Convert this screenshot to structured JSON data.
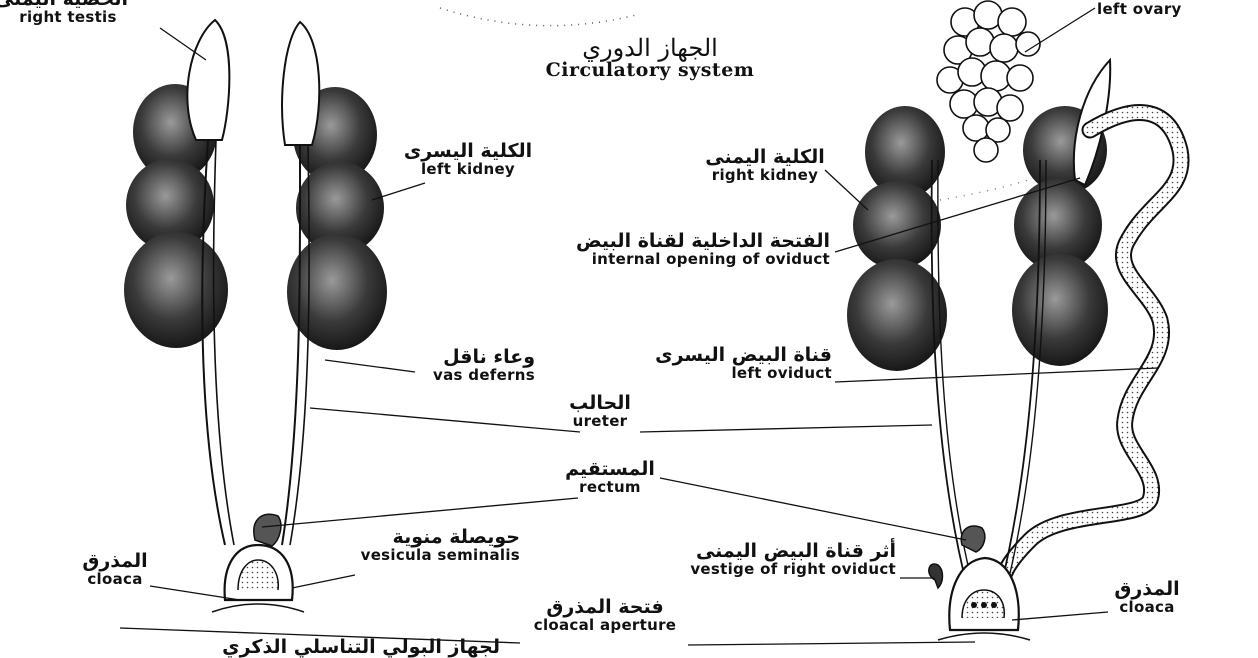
{
  "title": {
    "arabic": "الجهاز الدوري",
    "english": "Circulatory system"
  },
  "labels": {
    "right_testis": {
      "arabic": "الخصية اليمنى",
      "english": "right testis"
    },
    "left_ovary": {
      "english": "left ovary"
    },
    "left_kidney": {
      "arabic": "الكلية اليسرى",
      "english": "left kidney"
    },
    "right_kidney": {
      "arabic": "الكلية اليمنى",
      "english": "right kidney"
    },
    "internal_opening": {
      "arabic": "الفتحة الداخلية لقناة البيض",
      "english": "internal opening of oviduct"
    },
    "vas_deferens": {
      "arabic": "وعاء ناقل",
      "english": "vas deferns"
    },
    "left_oviduct": {
      "arabic": "قناة البيض اليسرى",
      "english": "left oviduct"
    },
    "ureter": {
      "arabic": "الحالب",
      "english": "ureter"
    },
    "rectum": {
      "arabic": "المستقيم",
      "english": "rectum"
    },
    "vesicula": {
      "arabic": "حويصلة منوية",
      "english": "vesicula seminalis"
    },
    "vestige": {
      "arabic": "أثر قناة البيض اليمنى",
      "english": "vestige of right oviduct"
    },
    "cloaca_left": {
      "arabic": "المذرق",
      "english": "cloaca"
    },
    "cloaca_right": {
      "arabic": "المذرق",
      "english": "cloaca"
    },
    "cloacal_aperture": {
      "arabic": "فتحة المذرق",
      "english": "cloacal aperture"
    },
    "bottom_caption": {
      "arabic": "لجهاز البولي التناسلي الذكري"
    }
  }
}
